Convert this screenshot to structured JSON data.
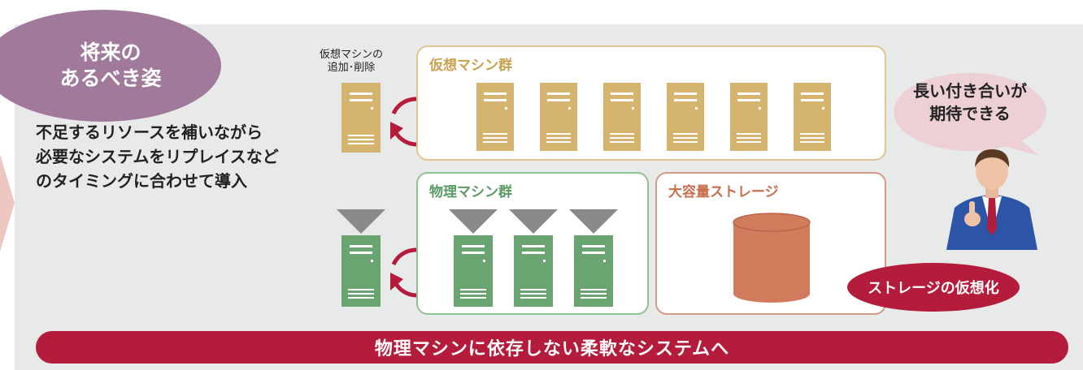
{
  "title": "将来の\nあるべき姿",
  "description": "不足するリソースを補いながら\n必要なシステムをリプレイスなど\nのタイミングに合わせて導入",
  "add_remove_label": "仮想マシンの\n追加･削除",
  "virtual_group": {
    "title": "仮想マシン群",
    "server_count": 6
  },
  "physical_group": {
    "title": "物理マシン群",
    "server_count": 3
  },
  "storage_group": {
    "title": "大容量ストレージ"
  },
  "speech_bubble": "長い付き合いが\n期待できる",
  "storage_badge": "ストレージの仮想化",
  "bottom_banner": "物理マシンに依存しない柔軟なシステムへ",
  "colors": {
    "virtual_server": "#d4b46e",
    "physical_server": "#6aa571",
    "storage": "#d07c5c",
    "accent": "#b51b3a",
    "title_ellipse": "#a17a9b",
    "funnel": "#8a8a8a"
  },
  "icons": [
    "virtual-server-icon",
    "physical-server-icon",
    "cycle-arrows-icon",
    "funnel-icon",
    "storage-cylinder-icon",
    "businessman-icon",
    "speech-bubble-icon"
  ]
}
